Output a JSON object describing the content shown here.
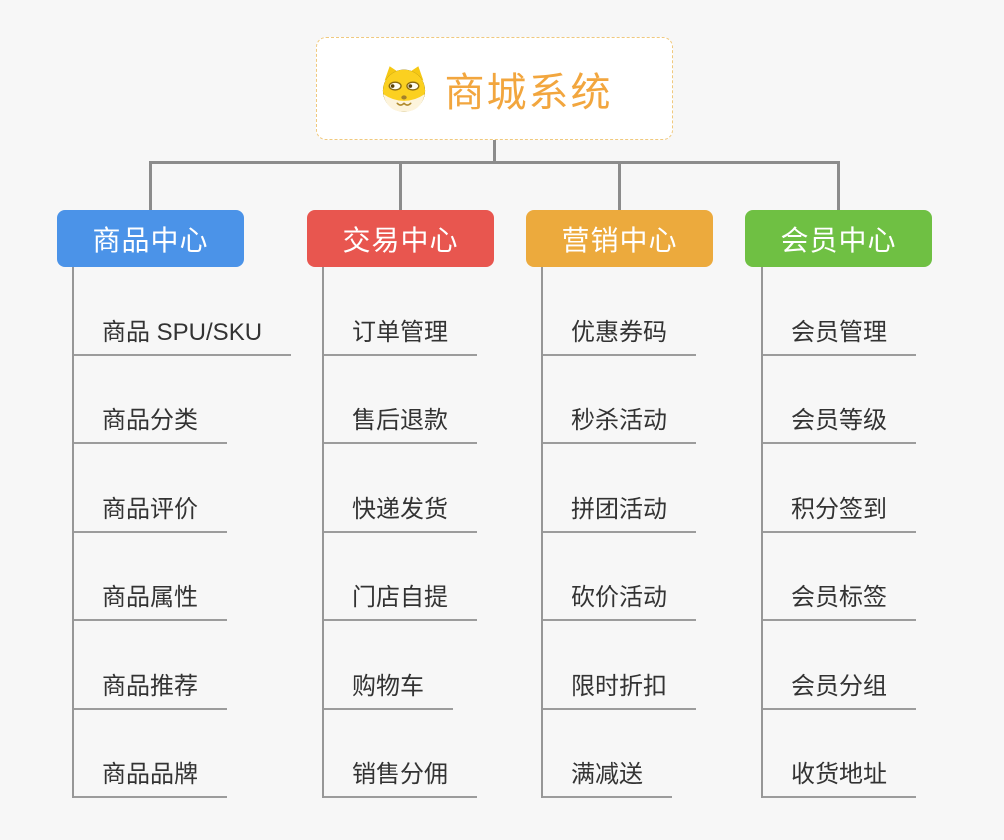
{
  "root": {
    "title": "商城系统",
    "icon": "dog-icon"
  },
  "branches": [
    {
      "id": "product-center",
      "label": "商品中心",
      "color": "#4b93e8",
      "items": [
        "商品 SPU/SKU",
        "商品分类",
        "商品评价",
        "商品属性",
        "商品推荐",
        "商品品牌"
      ]
    },
    {
      "id": "trade-center",
      "label": "交易中心",
      "color": "#e8564f",
      "items": [
        "订单管理",
        "售后退款",
        "快递发货",
        "门店自提",
        "购物车",
        "销售分佣"
      ]
    },
    {
      "id": "marketing-center",
      "label": "营销中心",
      "color": "#ecaa3d",
      "items": [
        "优惠券码",
        "秒杀活动",
        "拼团活动",
        "砍价活动",
        "限时折扣",
        "满减送"
      ]
    },
    {
      "id": "member-center",
      "label": "会员中心",
      "color": "#6fc043",
      "items": [
        "会员管理",
        "会员等级",
        "积分签到",
        "会员标签",
        "会员分组",
        "收货地址"
      ]
    }
  ],
  "colors": {
    "background": "#f7f7f7",
    "connector": "#8c8c8c",
    "leaf_line": "#9c9c9c",
    "leaf_text": "#333333",
    "root_border": "#f0c97e",
    "root_title": "#f2a63e",
    "branch_text": "#ffffff"
  }
}
